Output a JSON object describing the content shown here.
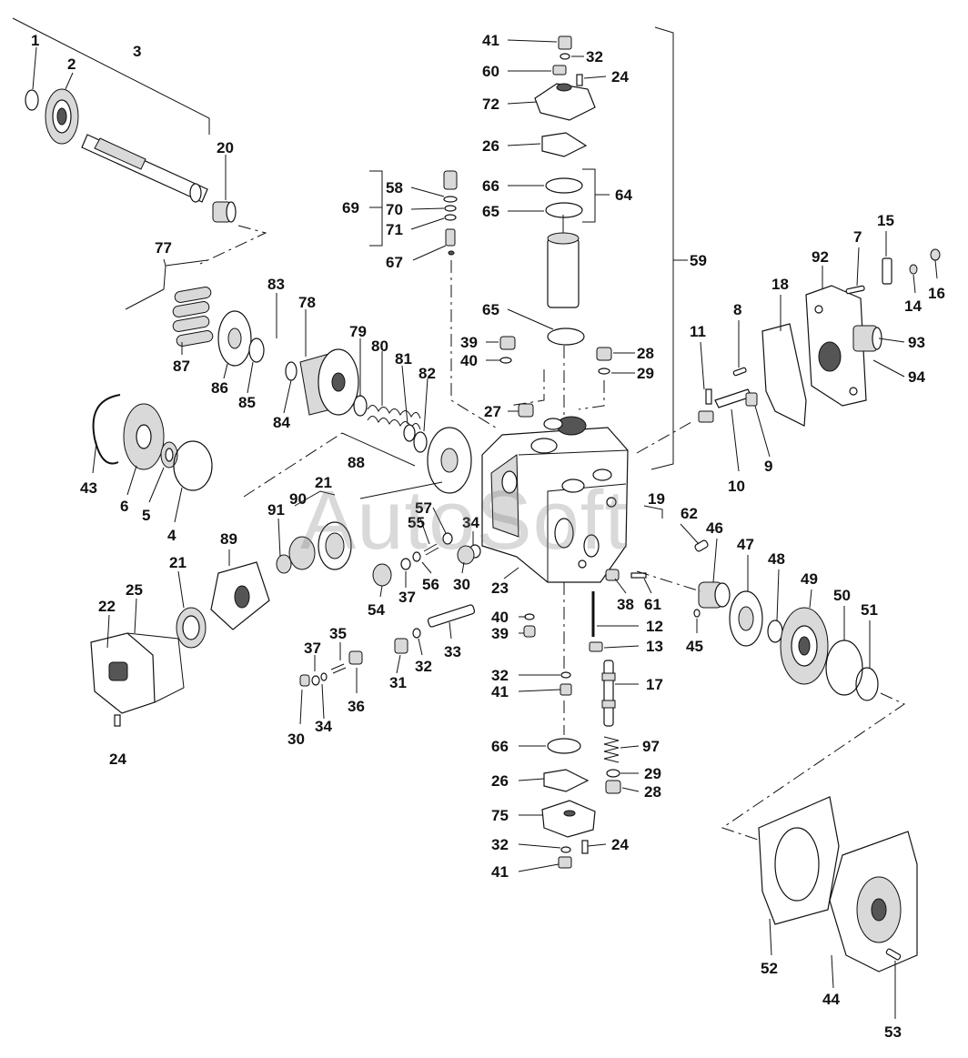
{
  "watermark": "AutoSoft",
  "callouts": [
    {
      "id": "c-1",
      "text": "1"
    },
    {
      "id": "c-2",
      "text": "2"
    },
    {
      "id": "c-3",
      "text": "3"
    },
    {
      "id": "c-20",
      "text": "20"
    },
    {
      "id": "c-77",
      "text": "77"
    },
    {
      "id": "c-83",
      "text": "83"
    },
    {
      "id": "c-78",
      "text": "78"
    },
    {
      "id": "c-87",
      "text": "87"
    },
    {
      "id": "c-86",
      "text": "86"
    },
    {
      "id": "c-85",
      "text": "85"
    },
    {
      "id": "c-84",
      "text": "84"
    },
    {
      "id": "c-79",
      "text": "79"
    },
    {
      "id": "c-80",
      "text": "80"
    },
    {
      "id": "c-81",
      "text": "81"
    },
    {
      "id": "c-82",
      "text": "82"
    },
    {
      "id": "c-43",
      "text": "43"
    },
    {
      "id": "c-6",
      "text": "6"
    },
    {
      "id": "c-5",
      "text": "5"
    },
    {
      "id": "c-4",
      "text": "4"
    },
    {
      "id": "c-88",
      "text": "88"
    },
    {
      "id": "c-91",
      "text": "91"
    },
    {
      "id": "c-90",
      "text": "90"
    },
    {
      "id": "c-21a",
      "text": "21"
    },
    {
      "id": "c-89",
      "text": "89"
    },
    {
      "id": "c-21b",
      "text": "21"
    },
    {
      "id": "c-22",
      "text": "22"
    },
    {
      "id": "c-25",
      "text": "25"
    },
    {
      "id": "c-24a",
      "text": "24"
    },
    {
      "id": "c-35",
      "text": "35"
    },
    {
      "id": "c-37a",
      "text": "37"
    },
    {
      "id": "c-30a",
      "text": "30"
    },
    {
      "id": "c-34a",
      "text": "34"
    },
    {
      "id": "c-36",
      "text": "36"
    },
    {
      "id": "c-31",
      "text": "31"
    },
    {
      "id": "c-32a",
      "text": "32"
    },
    {
      "id": "c-33",
      "text": "33"
    },
    {
      "id": "c-54",
      "text": "54"
    },
    {
      "id": "c-37b",
      "text": "37"
    },
    {
      "id": "c-56",
      "text": "56"
    },
    {
      "id": "c-55",
      "text": "55"
    },
    {
      "id": "c-57",
      "text": "57"
    },
    {
      "id": "c-34b",
      "text": "34"
    },
    {
      "id": "c-30b",
      "text": "30"
    },
    {
      "id": "c-69",
      "text": "69"
    },
    {
      "id": "c-58",
      "text": "58"
    },
    {
      "id": "c-70",
      "text": "70"
    },
    {
      "id": "c-71",
      "text": "71"
    },
    {
      "id": "c-67",
      "text": "67"
    },
    {
      "id": "c-41a",
      "text": "41"
    },
    {
      "id": "c-32b",
      "text": "32"
    },
    {
      "id": "c-60",
      "text": "60"
    },
    {
      "id": "c-24b",
      "text": "24"
    },
    {
      "id": "c-72",
      "text": "72"
    },
    {
      "id": "c-26a",
      "text": "26"
    },
    {
      "id": "c-66a",
      "text": "66"
    },
    {
      "id": "c-65a",
      "text": "65"
    },
    {
      "id": "c-64",
      "text": "64"
    },
    {
      "id": "c-65b",
      "text": "65"
    },
    {
      "id": "c-39a",
      "text": "39"
    },
    {
      "id": "c-40a",
      "text": "40"
    },
    {
      "id": "c-27",
      "text": "27"
    },
    {
      "id": "c-28a",
      "text": "28"
    },
    {
      "id": "c-29a",
      "text": "29"
    },
    {
      "id": "c-59",
      "text": "59"
    },
    {
      "id": "c-23",
      "text": "23"
    },
    {
      "id": "c-40b",
      "text": "40"
    },
    {
      "id": "c-39b",
      "text": "39"
    },
    {
      "id": "c-32c",
      "text": "32"
    },
    {
      "id": "c-41b",
      "text": "41"
    },
    {
      "id": "c-66b",
      "text": "66"
    },
    {
      "id": "c-26b",
      "text": "26"
    },
    {
      "id": "c-75",
      "text": "75"
    },
    {
      "id": "c-32d",
      "text": "32"
    },
    {
      "id": "c-41c",
      "text": "41"
    },
    {
      "id": "c-24c",
      "text": "24"
    },
    {
      "id": "c-38",
      "text": "38"
    },
    {
      "id": "c-61",
      "text": "61"
    },
    {
      "id": "c-12",
      "text": "12"
    },
    {
      "id": "c-13",
      "text": "13"
    },
    {
      "id": "c-17",
      "text": "17"
    },
    {
      "id": "c-97",
      "text": "97"
    },
    {
      "id": "c-29b",
      "text": "29"
    },
    {
      "id": "c-28b",
      "text": "28"
    },
    {
      "id": "c-19",
      "text": "19"
    },
    {
      "id": "c-62",
      "text": "62"
    },
    {
      "id": "c-46",
      "text": "46"
    },
    {
      "id": "c-45",
      "text": "45"
    },
    {
      "id": "c-47",
      "text": "47"
    },
    {
      "id": "c-48",
      "text": "48"
    },
    {
      "id": "c-49",
      "text": "49"
    },
    {
      "id": "c-50",
      "text": "50"
    },
    {
      "id": "c-51",
      "text": "51"
    },
    {
      "id": "c-11",
      "text": "11"
    },
    {
      "id": "c-8",
      "text": "8"
    },
    {
      "id": "c-10",
      "text": "10"
    },
    {
      "id": "c-9",
      "text": "9"
    },
    {
      "id": "c-18",
      "text": "18"
    },
    {
      "id": "c-92",
      "text": "92"
    },
    {
      "id": "c-7",
      "text": "7"
    },
    {
      "id": "c-15",
      "text": "15"
    },
    {
      "id": "c-14",
      "text": "14"
    },
    {
      "id": "c-16",
      "text": "16"
    },
    {
      "id": "c-93",
      "text": "93"
    },
    {
      "id": "c-94",
      "text": "94"
    },
    {
      "id": "c-52",
      "text": "52"
    },
    {
      "id": "c-44",
      "text": "44"
    },
    {
      "id": "c-53",
      "text": "53"
    }
  ]
}
